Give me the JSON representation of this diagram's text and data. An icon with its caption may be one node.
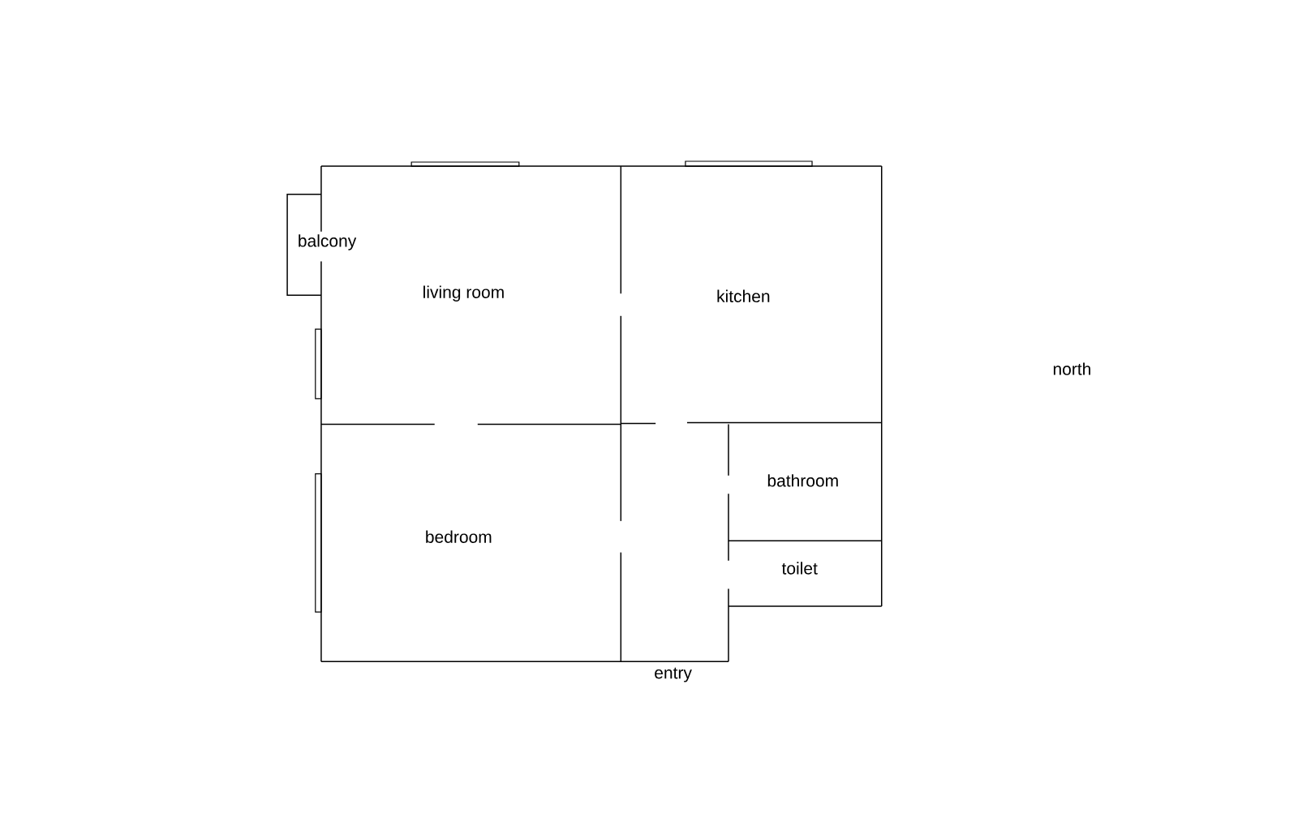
{
  "diagram": {
    "nodes": [
      {
        "text": [
          "balcony"
        ]
      },
      {
        "text": [
          "living room"
        ]
      },
      {
        "text": [
          "kitchen"
        ]
      },
      {
        "text": [
          "bedroom"
        ]
      },
      {
        "text": [
          "bathroom"
        ]
      },
      {
        "text": [
          "toilet"
        ]
      },
      {
        "text": [
          "entry"
        ]
      }
    ],
    "labels": [
      "north"
    ]
  }
}
